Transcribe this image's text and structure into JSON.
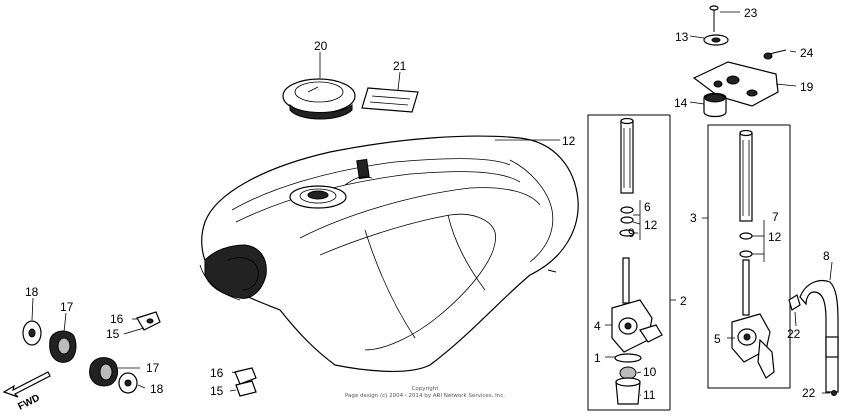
{
  "labels": {
    "p1": "1",
    "p2": "2",
    "p3": "3",
    "p4": "4",
    "p5": "5",
    "p6": "6",
    "p7": "7",
    "p8": "8",
    "p9": "9",
    "p10": "10",
    "p11": "11",
    "p12a": "12",
    "p12b": "12",
    "p12c": "12",
    "p13": "13",
    "p14": "14",
    "p15a": "15",
    "p15b": "15",
    "p16a": "16",
    "p16b": "16",
    "p17a": "17",
    "p17b": "17",
    "p18a": "18",
    "p18b": "18",
    "p19": "19",
    "p20": "20",
    "p21": "21",
    "p22a": "22",
    "p22b": "22",
    "p23": "23",
    "p24": "24"
  },
  "fwd_label": "FWD",
  "copyright": {
    "line1": "Copyright",
    "line2": "Page design (c) 2004 - 2014 by ARI Network Services, Inc."
  }
}
